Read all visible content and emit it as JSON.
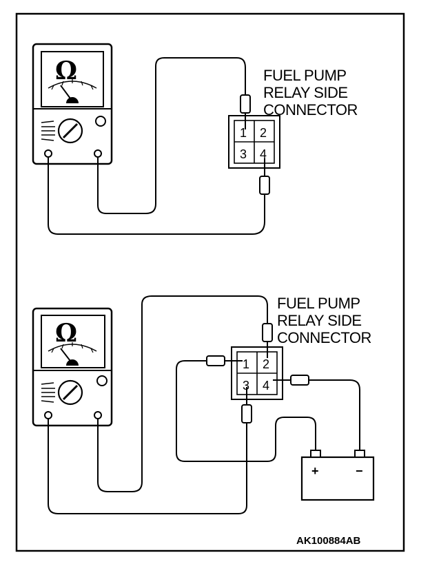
{
  "diagram": {
    "border_color": "#000000",
    "background": "#ffffff",
    "image_code": "AK100884AB",
    "panels": [
      {
        "label_lines": [
          "FUEL PUMP",
          "RELAY SIDE",
          "CONNECTOR"
        ],
        "meter_symbol": "Ω",
        "pins": [
          "1",
          "2",
          "3",
          "4"
        ]
      },
      {
        "label_lines": [
          "FUEL PUMP",
          "RELAY SIDE",
          "CONNECTOR"
        ],
        "meter_symbol": "Ω",
        "pins": [
          "1",
          "2",
          "3",
          "4"
        ],
        "battery": {
          "positive": "+",
          "negative": "−"
        }
      }
    ]
  }
}
